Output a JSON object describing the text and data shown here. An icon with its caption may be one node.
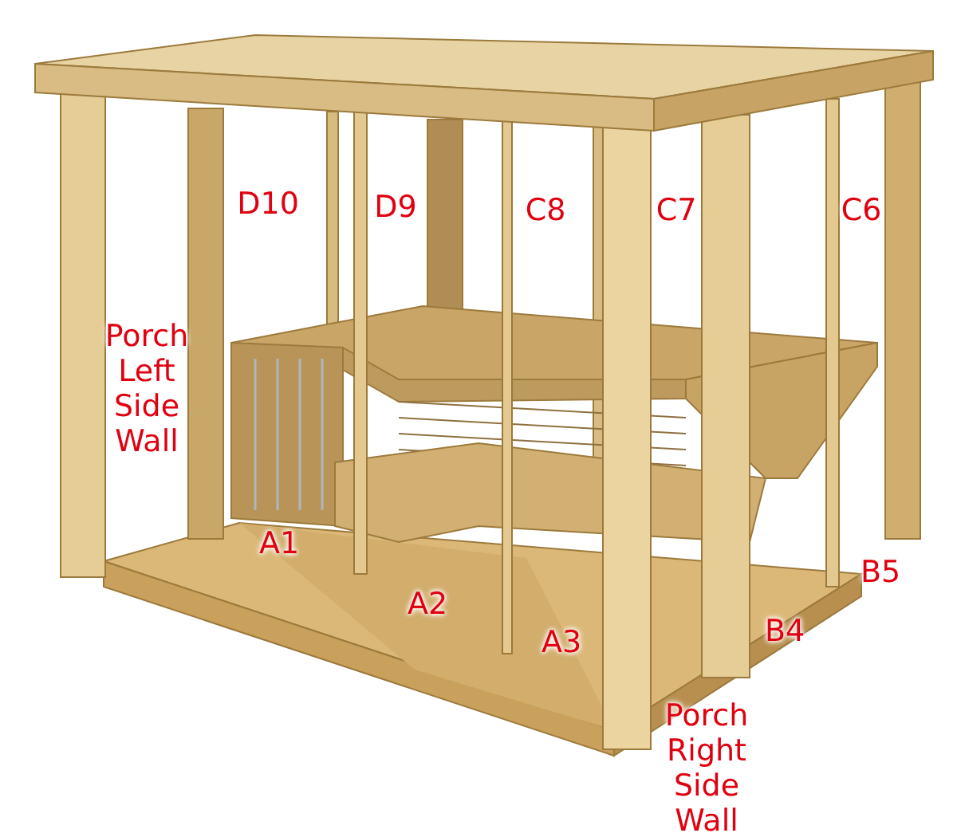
{
  "diagram": {
    "labels": [
      "D10",
      "D9",
      "C8",
      "C7",
      "C6",
      "Porch Left Side Wall",
      "A1",
      "B5",
      "A2",
      "A3",
      "B4",
      "Porch Right Side Wall"
    ]
  }
}
